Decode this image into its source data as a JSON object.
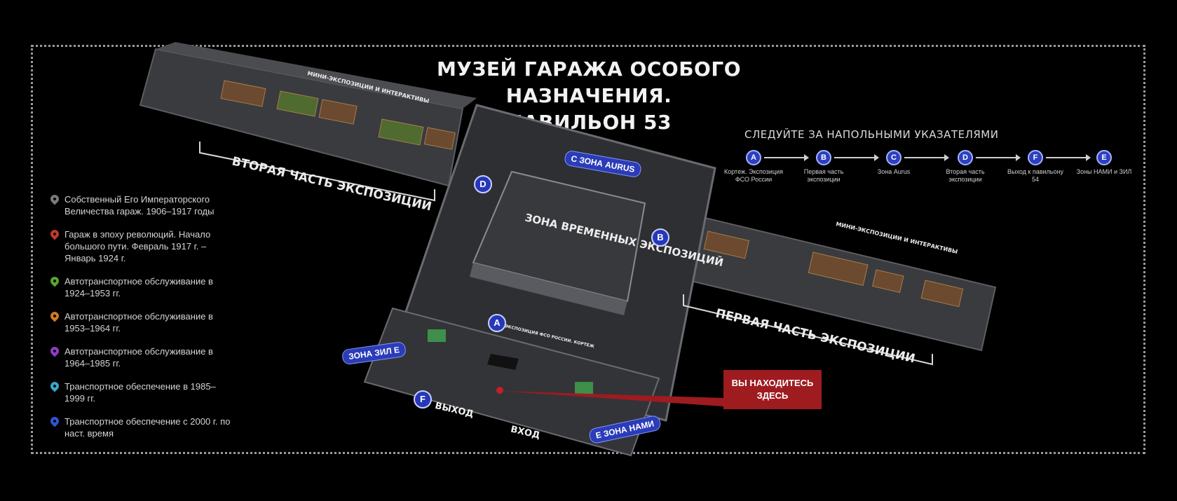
{
  "title": {
    "line1": "МУЗЕЙ ГАРАЖА ОСОБОГО НАЗНАЧЕНИЯ.",
    "line2": "ПАВИЛЬОН 53"
  },
  "route": {
    "heading": "СЛЕДУЙТЕ ЗА НАПОЛЬНЫМИ УКАЗАТЕЛЯМИ",
    "steps": [
      {
        "letter": "A",
        "caption": "Кортеж. Экспозиция ФСО России"
      },
      {
        "letter": "B",
        "caption": "Первая часть экспозиции"
      },
      {
        "letter": "C",
        "caption": "Зона Aurus"
      },
      {
        "letter": "D",
        "caption": "Вторая часть экспозиции"
      },
      {
        "letter": "F",
        "caption": "Выход к павильону 54"
      },
      {
        "letter": "E",
        "caption": "Зоны НАМИ и ЗИЛ"
      }
    ]
  },
  "legend": [
    {
      "text": "Собственный Его Императорского Величества гараж. 1906–1917 годы",
      "color": "#7a7a7a"
    },
    {
      "text": "Гараж в эпоху революций. Начало большого пути. Февраль 1917 г. – Январь 1924 г.",
      "color": "#c0392b"
    },
    {
      "text": "Автотранспортное обслуживание в 1924–1953 гг.",
      "color": "#5aa52f"
    },
    {
      "text": "Автотранспортное обслуживание в 1953–1964 гг.",
      "color": "#d07a1f"
    },
    {
      "text": "Автотранспортное обслуживание в 1964–1985 гг.",
      "color": "#8e3cc4"
    },
    {
      "text": "Транспортное обеспечение в 1985–1999 гг.",
      "color": "#3aa6c9"
    },
    {
      "text": "Транспортное обеспечение с 2000 г. по наст. время",
      "color": "#2f55d4"
    }
  ],
  "map": {
    "second_part": "ВТОРАЯ ЧАСТЬ ЭКСПОЗИЦИИ",
    "first_part": "ПЕРВАЯ ЧАСТЬ ЭКСПОЗИЦИИ",
    "mini_expo_1": "МИНИ-ЭКСПОЗИЦИИ И ИНТЕРАКТИВЫ",
    "mini_expo_2": "МИНИ-ЭКСПОЗИЦИИ И ИНТЕРАКТИВЫ",
    "temp_zone": "ЗОНА ВРЕМЕННЫХ ЭКСПОЗИЦИЙ",
    "zone_aurus": "ЗОНА AURUS",
    "zone_zil": "ЗОНА ЗИЛ",
    "zone_nami": "ЗОНА НАМИ",
    "exit": "ВЫХОД",
    "entrance": "ВХОД",
    "you_are_here": "ВЫ НАХОДИТЕСЬ ЗДЕСЬ",
    "marker_a_caption": "ЭКСПОЗИЦИЯ ФСО РОССИИ. КОРТЕЖ",
    "badges": {
      "a": "A",
      "b": "B",
      "c": "C",
      "d": "D",
      "e1": "E",
      "e2": "E",
      "f": "F"
    }
  },
  "colors": {
    "here": "#9e1b20",
    "badge": "#2637b8"
  }
}
